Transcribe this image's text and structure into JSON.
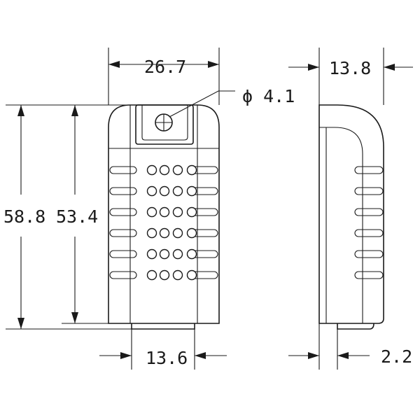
{
  "front_view": {
    "width_label": "26.7",
    "total_height_label": "58.8",
    "body_height_label": "53.4",
    "mount_hole_label": "ϕ 4.1",
    "bottom_tab_label": "13.6",
    "vent_rows": 6,
    "hole_columns": 4
  },
  "side_view": {
    "depth_label": "13.8",
    "tab_offset_label": "2.2",
    "rib_count": 6
  }
}
